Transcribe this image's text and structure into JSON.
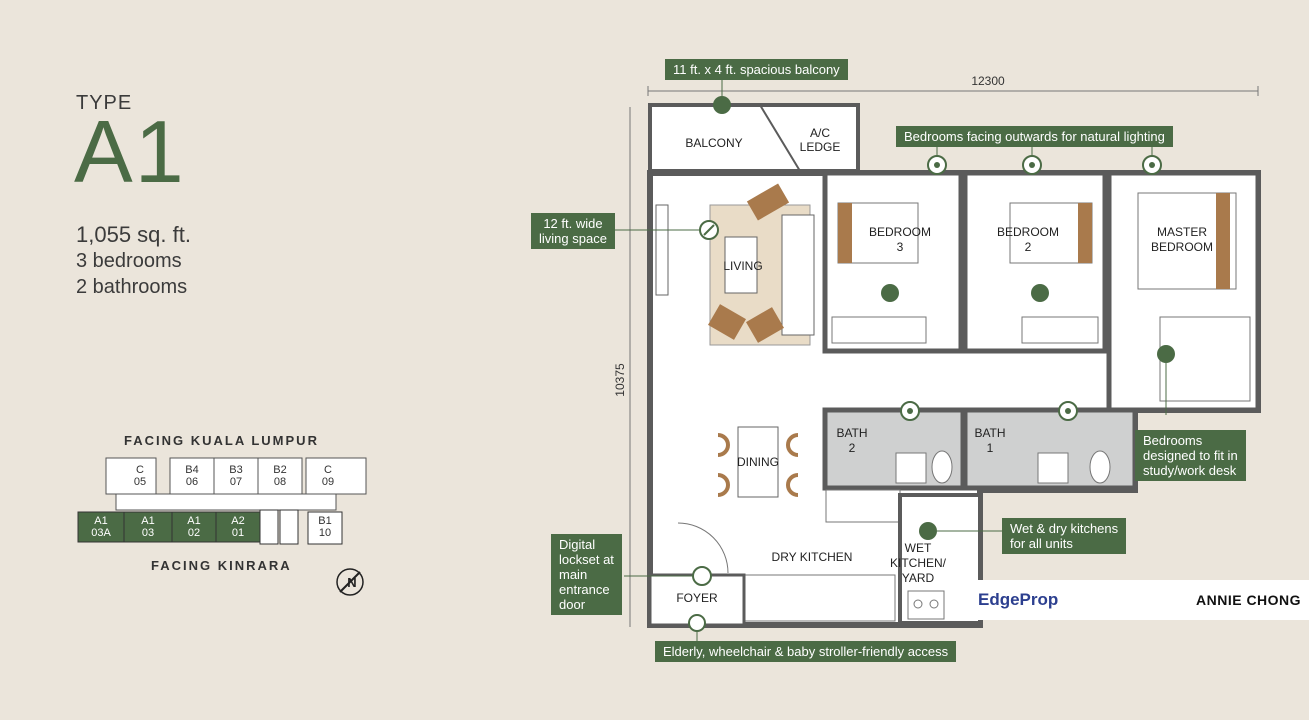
{
  "header": {
    "type_label": "TYPE",
    "type_code": "A1"
  },
  "specs": {
    "area": "1,055 sq. ft.",
    "bedrooms": "3 bedrooms",
    "bathrooms": "2 bathrooms"
  },
  "keyplan": {
    "facing_top": "FACING KUALA LUMPUR",
    "facing_bottom": "FACING KINRARA",
    "units_top": [
      {
        "a": "C",
        "b": "05"
      },
      {
        "a": "B4",
        "b": "06"
      },
      {
        "a": "B3",
        "b": "07"
      },
      {
        "a": "B2",
        "b": "08"
      },
      {
        "a": "C",
        "b": "09"
      }
    ],
    "units_bottom": [
      {
        "a": "A1",
        "b": "03A"
      },
      {
        "a": "A1",
        "b": "03"
      },
      {
        "a": "A1",
        "b": "02"
      },
      {
        "a": "A2",
        "b": "01"
      }
    ],
    "unit_side": {
      "a": "B1",
      "b": "10"
    },
    "north": "N"
  },
  "dimensions": {
    "width": "12300",
    "height": "10375"
  },
  "rooms": {
    "balcony": "BALCONY",
    "ac_ledge_1": "A/C",
    "ac_ledge_2": "LEDGE",
    "living": "LIVING",
    "bedroom3_1": "BEDROOM",
    "bedroom3_2": "3",
    "bedroom2_1": "BEDROOM",
    "bedroom2_2": "2",
    "master_1": "MASTER",
    "master_2": "BEDROOM",
    "bath2_1": "BATH",
    "bath2_2": "2",
    "bath1_1": "BATH",
    "bath1_2": "1",
    "dining": "DINING",
    "dry_kitchen": "DRY KITCHEN",
    "wet_1": "WET",
    "wet_2": "KITCHEN/",
    "wet_3": "YARD",
    "foyer": "FOYER"
  },
  "callouts": {
    "balcony": "11 ft. x 4 ft. spacious balcony",
    "bedrooms_light": "Bedrooms facing outwards for natural lighting",
    "living_1": "12 ft. wide",
    "living_2": "living space",
    "study_1": "Bedrooms",
    "study_2": "designed to fit in",
    "study_3": "study/work desk",
    "kitchens_1": "Wet & dry kitchens",
    "kitchens_2": "for all units",
    "lockset_1": "Digital",
    "lockset_2": "lockset at",
    "lockset_3": "main",
    "lockset_4": "entrance",
    "lockset_5": "door",
    "access": "Elderly, wheelchair & baby stroller-friendly access"
  },
  "watermark": {
    "brand": "EdgeProp",
    "agent": "ANNIE CHONG"
  },
  "colors": {
    "accent": "#4b6b45",
    "background": "#ebe5db",
    "wall": "#5b5b5b",
    "wetarea": "#cfd0d0"
  }
}
